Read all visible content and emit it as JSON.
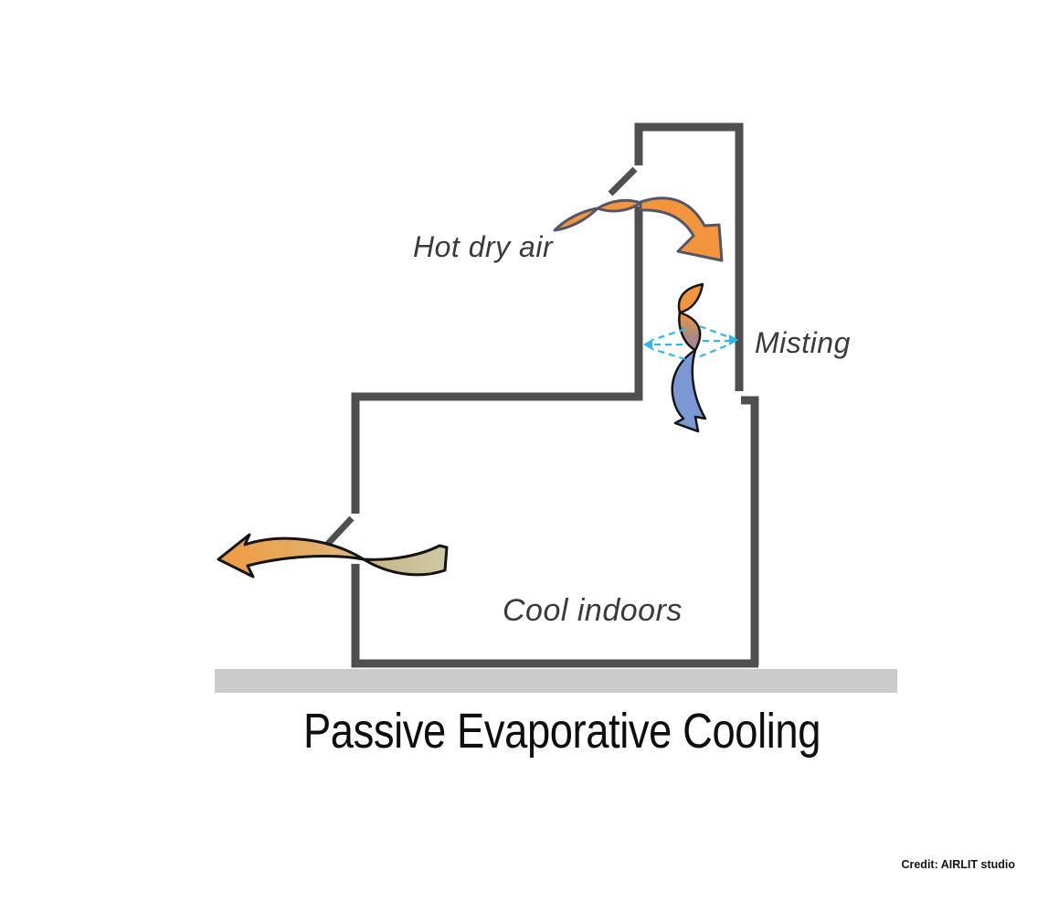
{
  "diagram": {
    "title": "Passive Evaporative Cooling",
    "credit": "Credit: AIRLIT studio",
    "labels": {
      "hot_dry_air": "Hot dry air",
      "misting": "Misting",
      "cool_indoors": "Cool indoors"
    },
    "colors": {
      "wall": "#4f4f51",
      "ground": "#cbcbcb",
      "hot_air": "#f3953c",
      "hot_air_outline": "#54546a",
      "cool_air": "#7c98d3",
      "mist": "#2eb8e8",
      "exit_warm": "#f09a40",
      "exit_cool": "#cdc8a4",
      "ink": "#141414",
      "label_text": "#3a3a3a",
      "title_text": "#0e0e0e"
    }
  }
}
